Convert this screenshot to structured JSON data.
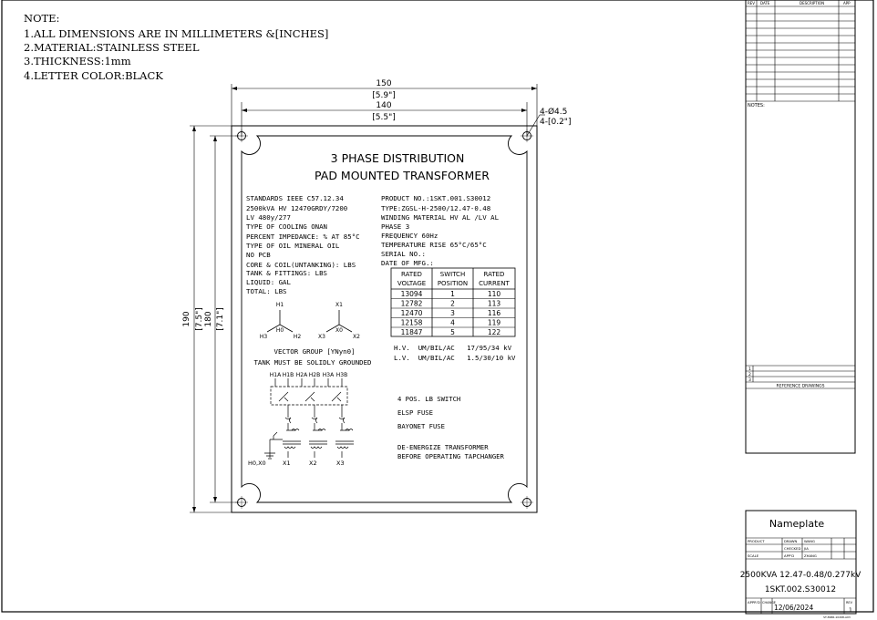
{
  "notes": {
    "heading": "NOTE:",
    "lines": [
      "1.ALL DIMENSIONS ARE IN MILLIMETERS &[INCHES]",
      "2.MATERIAL:STAINLESS STEEL",
      "3.THICKNESS:1mm",
      "4.LETTER COLOR:BLACK"
    ]
  },
  "dims": {
    "w_outer_mm": "150",
    "w_outer_in": "[5.9\"]",
    "w_inner_mm": "140",
    "w_inner_in": "[5.5\"]",
    "h_outer_mm": "190",
    "h_outer_in": "[7.5\"]",
    "h_inner_mm": "180",
    "h_inner_in": "[7.1\"]",
    "hole_a": "4-Ø4.5",
    "hole_b": "4-[0.2\"]"
  },
  "plate": {
    "title1": "3 PHASE DISTRIBUTION",
    "title2": "PAD MOUNTED TRANSFORMER",
    "left": [
      "STANDARDS  IEEE C57.12.34",
      "2500kVA    HV 12470GRDY/7200",
      "           LV 480y/277",
      "TYPE OF COOLING   ONAN",
      "PERCENT IMPEDANCE:    % AT 85°C",
      "TYPE OF OIL   MINERAL OIL",
      "NO  PCB",
      "CORE & COIL(UNTANKING):     LBS",
      "TANK & FITTINGS:            LBS",
      "LIQUID:                     GAL",
      "TOTAL:                      LBS"
    ],
    "right": [
      "PRODUCT NO.:1SKT.001.S30012",
      "TYPE:ZGSL-H-2500/12.47-0.48",
      "WINDING MATERIAL HV AL /LV AL",
      "PHASE  3",
      "FREQUENCY  60Hz",
      "TEMPERATURE RISE  65°C/65°C",
      "SERIAL NO.:",
      "DATE OF MFG.:"
    ],
    "table": {
      "headers": [
        [
          "RATED",
          "VOLTAGE"
        ],
        [
          "SWITCH",
          "POSITION"
        ],
        [
          "RATED",
          "CURRENT"
        ]
      ],
      "rows": [
        [
          "13094",
          "1",
          "110"
        ],
        [
          "12782",
          "2",
          "113"
        ],
        [
          "12470",
          "3",
          "116"
        ],
        [
          "12158",
          "4",
          "119"
        ],
        [
          "11847",
          "5",
          "122"
        ]
      ]
    },
    "hv_line": "H.V.  UM/BIL/AC   17/95/34 kV",
    "lv_line": "L.V.  UM/BIL/AC   1.5/30/10 kV",
    "hv_labels": [
      "H1",
      "H0",
      "H3",
      "H2"
    ],
    "lv_labels": [
      "X1",
      "X0",
      "X3",
      "X2"
    ],
    "vector_group": "VECTOR GROUP [YNyn0]",
    "ground_note": "TANK MUST BE SOLIDLY GROUNDED",
    "bushing_labels": [
      "H1A",
      "H1B",
      "H2A",
      "H2B",
      "H3A",
      "H3B"
    ],
    "bottom_labels": [
      "H0,X0",
      "X1",
      "X2",
      "X3"
    ],
    "switch_notes": [
      "4 POS. LB SWITCH",
      "ELSP FUSE",
      "BAYONET FUSE"
    ],
    "warning": [
      "DE-ENERGIZE TRANSFORMER",
      "BEFORE OPERATING TAPCHANGER"
    ]
  },
  "revision": {
    "headers": [
      "REV",
      "DATE",
      "DESCRIPTION",
      "APP"
    ],
    "notes_label": "NOTES:",
    "ref_numbers": [
      "1",
      "2",
      "3"
    ],
    "ref_label": "REFERENCE DRAWINGS"
  },
  "title_block": {
    "title": "Nameplate",
    "product_label": "PRODUCT",
    "scale_label": "SCALE",
    "drawn_label": "DRAWN",
    "drawn_value": "WANG",
    "checked_label": "CHECKED",
    "checked_value": "JIA",
    "approved_label": "APP'D",
    "approved_value": "ZHANG",
    "description": "2500KVA 12.47-0.48/0.277kV",
    "number": "1SKT.002.S30012",
    "appd_label": "APPR'D",
    "date_label": "CHANGE",
    "date_value": "12/06/2024",
    "sheet_label": "REV",
    "sheet_value": "1",
    "footer": "ST-8686-10498-A03"
  }
}
